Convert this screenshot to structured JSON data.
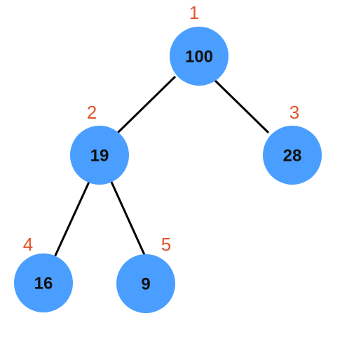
{
  "tree": {
    "nodes": [
      {
        "id": "n1",
        "value": "100",
        "index": "1"
      },
      {
        "id": "n2",
        "value": "19",
        "index": "2"
      },
      {
        "id": "n3",
        "value": "28",
        "index": "3"
      },
      {
        "id": "n4",
        "value": "16",
        "index": "4"
      },
      {
        "id": "n5",
        "value": "9",
        "index": "5"
      }
    ],
    "edges": [
      {
        "from": "n1",
        "to": "n2"
      },
      {
        "from": "n1",
        "to": "n3"
      },
      {
        "from": "n2",
        "to": "n4"
      },
      {
        "from": "n2",
        "to": "n5"
      }
    ]
  },
  "colors": {
    "node_fill": "#4a9eff",
    "value_text": "#111111",
    "index_text": "#e0552b",
    "edge": "#000000"
  }
}
